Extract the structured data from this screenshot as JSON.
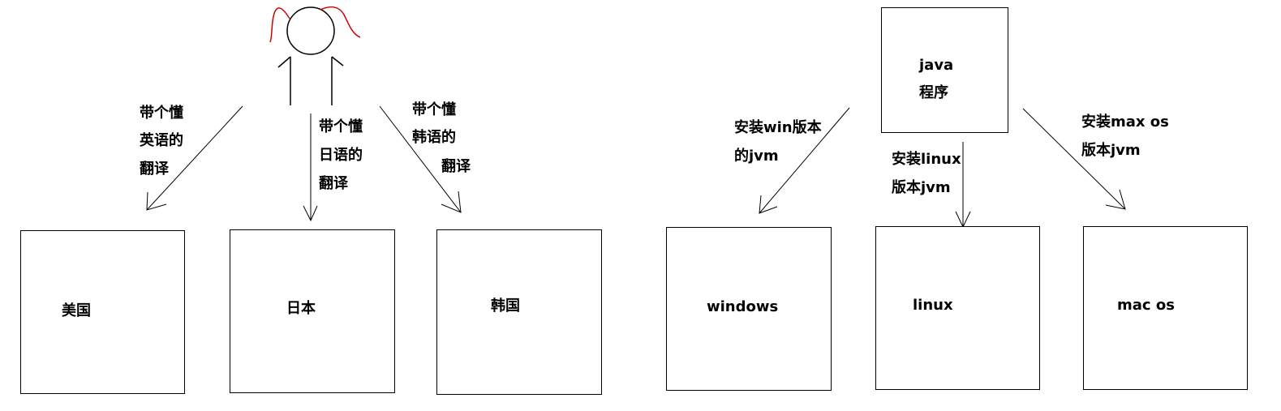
{
  "left_diagram": {
    "boxes": [
      {
        "label": "美国"
      },
      {
        "label": "日本"
      },
      {
        "label": "韩国"
      }
    ],
    "arrow_labels": [
      {
        "lines": [
          "带个懂",
          "英语的",
          "翻译"
        ]
      },
      {
        "lines": [
          "带个懂",
          "日语的",
          "翻译"
        ]
      },
      {
        "lines": [
          "带个懂",
          "韩语的",
          "翻译"
        ]
      }
    ]
  },
  "right_diagram": {
    "source": {
      "lines": [
        "java",
        "程序"
      ]
    },
    "boxes": [
      {
        "label": "windows"
      },
      {
        "label": "linux"
      },
      {
        "label": "mac os"
      }
    ],
    "arrow_labels": [
      {
        "lines": [
          "安装win版本",
          "的jvm"
        ]
      },
      {
        "lines": [
          "安装linux",
          "版本jvm"
        ]
      },
      {
        "lines": [
          "安装max os",
          "版本jvm"
        ]
      }
    ]
  },
  "colors": {
    "stroke": "#000000",
    "hair": "#d00000"
  }
}
